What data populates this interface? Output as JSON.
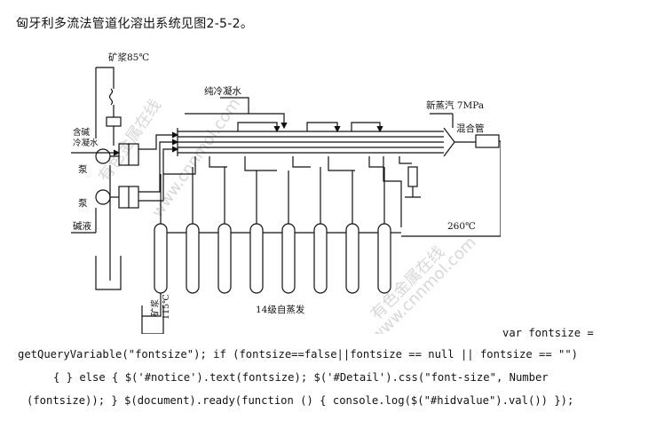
{
  "heading": "匈牙利多流法管道化溶出系统见图2-5-2。",
  "diagram": {
    "labels": {
      "ore_slurry_in": "矿浆85℃",
      "pure_condensate": "纯冷凝水",
      "fresh_steam": "新蒸汽 7MPa",
      "mixing_pipe": "混合管",
      "alkali_condensate_l1": "含碱",
      "alkali_condensate_l2": "冷凝水",
      "pump_1": "泵",
      "pump_2": "泵",
      "lye": "碱液",
      "temp_260": "260℃",
      "ore_slurry_out_l1": "矿浆",
      "ore_slurry_out_l2": "115℃",
      "flash_stages": "14级自蒸发"
    },
    "watermarks": [
      "有色金属在线",
      "www.cnnmol.com",
      "有色金属在线",
      "www.cnnmol.com"
    ]
  },
  "code_lines": [
    "var fontsize =",
    "getQueryVariable(\"fontsize\"); if (fontsize==false||fontsize == null || fontsize == \"\")",
    "{ } else { $('#notice').text(fontsize); $('#Detail').css(\"font-size\", Number",
    "(fontsize)); } $(document).ready(function () { console.log($(\"#hidvalue\").val()) });"
  ]
}
